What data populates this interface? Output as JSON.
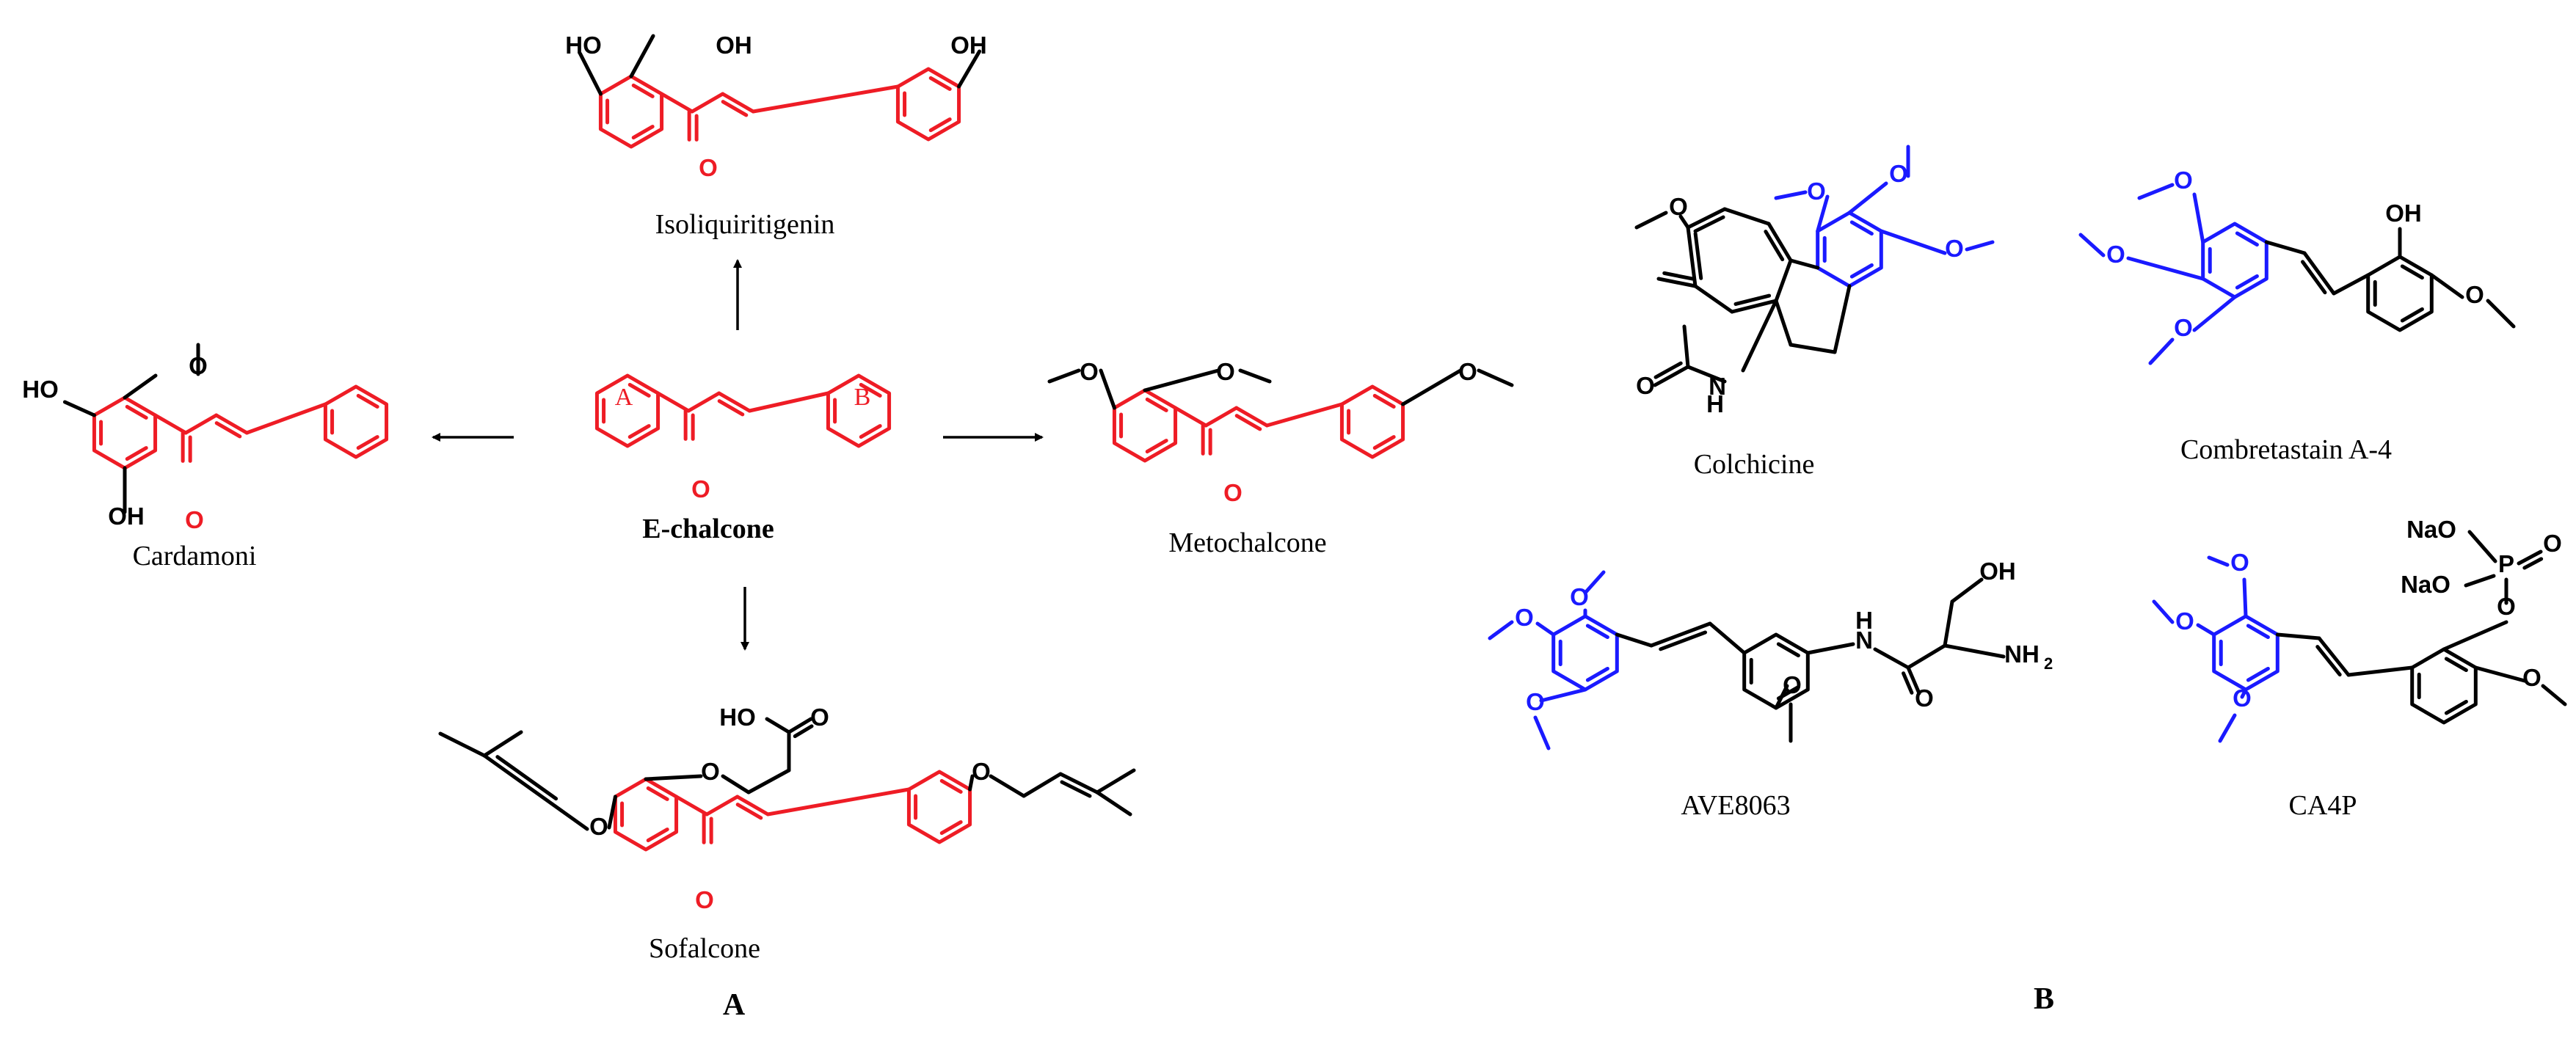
{
  "colors": {
    "scaffold": "#ee1c25",
    "trimethoxy": "#1a1aff",
    "bond": "#000000"
  },
  "panel_a": {
    "label": "A",
    "center": {
      "name": "E-chalcone",
      "ring_a": "A",
      "ring_b": "B"
    },
    "compounds": {
      "isoliquiritigenin": "Isoliquiritigenin",
      "cardamoni": "Cardamoni",
      "metochalcone": "Metochalcone",
      "sofalcone": "Sofalcone"
    }
  },
  "panel_b": {
    "label": "B",
    "compounds": {
      "colchicine": "Colchicine",
      "combretastatin": "Combretastain A-4",
      "ave8063": "AVE8063",
      "ca4p": "CA4P"
    }
  },
  "atoms": {
    "oh": "OH",
    "ho": "HO",
    "o": "O",
    "h": "H",
    "n": "N",
    "nh": "NH",
    "p": "P",
    "nao": "NaO",
    "nh2_n": "NH",
    "nh2_sub": "2",
    "nh_label": "H"
  }
}
